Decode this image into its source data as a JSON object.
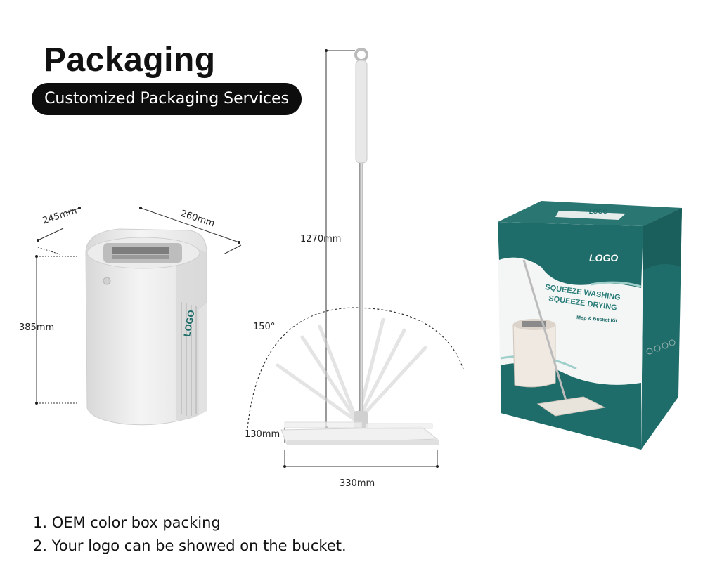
{
  "header": {
    "title": "Packaging",
    "subtitle": "Customized Packaging Services"
  },
  "dimensions": {
    "bucket_depth": "245mm",
    "bucket_width": "260mm",
    "bucket_height": "385mm",
    "mop_length": "1270mm",
    "rotation_angle": "150°",
    "mop_head_depth": "130mm",
    "mop_head_width": "330mm"
  },
  "bucket": {
    "logo": "LOGO"
  },
  "box": {
    "top_logo": "LOGO",
    "logo": "LOGO",
    "headline_line1": "SQUEEZE WASHING",
    "headline_line2": "SQUEEZE DRYING",
    "product_line": "Mop & Bucket Kit"
  },
  "notes": [
    "1. OEM color box packing",
    "2. Your logo can be showed on the bucket."
  ],
  "colors": {
    "box_teal": "#1f6d6a",
    "box_white": "#f4f6f5",
    "pill_bg": "#0d0d0d"
  }
}
